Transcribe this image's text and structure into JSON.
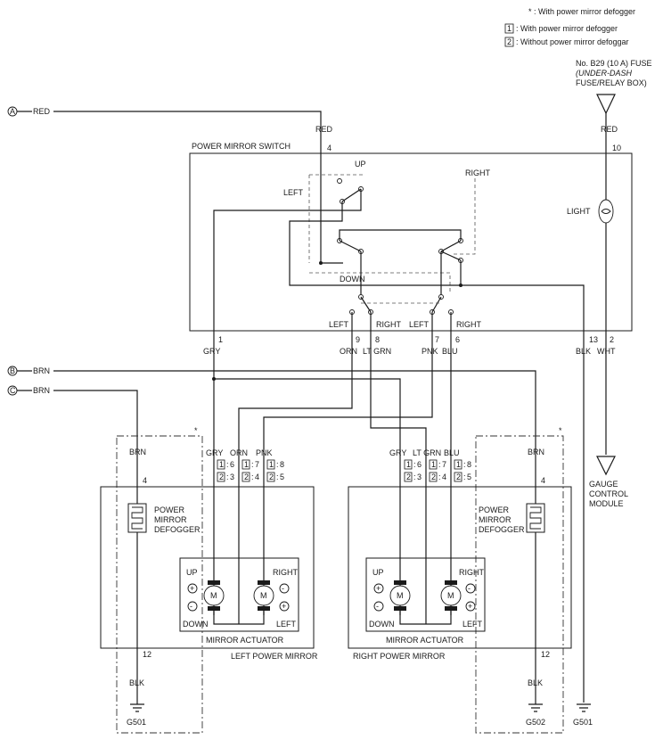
{
  "legend": {
    "asterisk": "* : With power mirror defogger",
    "one": ": With power mirror defogger",
    "two": ": Without power mirror defoggar"
  },
  "fuse": {
    "l1": "No. B29 (10 A) FUSE",
    "l2": "(UNDER-DASH",
    "l3": "FUSE/RELAY BOX)"
  },
  "inputs": {
    "a": "A",
    "a_wire": "RED",
    "b": "B",
    "b_wire": "BRN",
    "c": "C",
    "c_wire": "BRN"
  },
  "switch": {
    "title": "POWER MIRROR SWITCH",
    "up": "UP",
    "down": "DOWN",
    "left": "LEFT",
    "right": "RIGHT",
    "light": "LIGHT",
    "sel_left1": "LEFT",
    "sel_right1": "RIGHT",
    "sel_left2": "LEFT",
    "sel_right2": "RIGHT",
    "pin_4": "4",
    "pin_10": "10",
    "wire_red1": "RED",
    "wire_red2": "RED",
    "pins": [
      "1",
      "9",
      "8",
      "7",
      "6",
      "13",
      "2"
    ],
    "wires": [
      "GRY",
      "ORN",
      "LT GRN",
      "PNK",
      "BLU",
      "BLK",
      "WHT"
    ]
  },
  "gauge": {
    "l1": "GAUGE",
    "l2": "CONTROL",
    "l3": "MODULE"
  },
  "left_mirror": {
    "title": "LEFT POWER MIRROR",
    "brn": "BRN",
    "pin_4": "4",
    "pin_12": "12",
    "blk": "BLK",
    "ground": "G501",
    "asterisk": "*",
    "defogger": [
      "POWER",
      "MIRROR",
      "DEFOGGER"
    ],
    "wires": [
      "GRY",
      "ORN",
      "PNK"
    ],
    "pins1": [
      "6",
      "7",
      "8"
    ],
    "pins2": [
      "3",
      "4",
      "5"
    ],
    "actuator": "MIRROR ACTUATOR",
    "up": "UP",
    "down": "DOWN",
    "right": "RIGHT",
    "left": "LEFT",
    "motor": "M"
  },
  "right_mirror": {
    "title": "RIGHT POWER MIRROR",
    "brn": "BRN",
    "pin_4": "4",
    "pin_12": "12",
    "blk": "BLK",
    "ground": "G502",
    "asterisk": "*",
    "defogger": [
      "POWER",
      "MIRROR",
      "DEFOGGER"
    ],
    "wires": [
      "GRY",
      "LT GRN",
      "BLU"
    ],
    "pins1": [
      "6",
      "7",
      "8"
    ],
    "pins2": [
      "3",
      "4",
      "5"
    ],
    "actuator": "MIRROR ACTUATOR",
    "up": "UP",
    "down": "DOWN",
    "right": "RIGHT",
    "left": "LEFT",
    "motor": "M"
  },
  "switch_ground": "G501"
}
